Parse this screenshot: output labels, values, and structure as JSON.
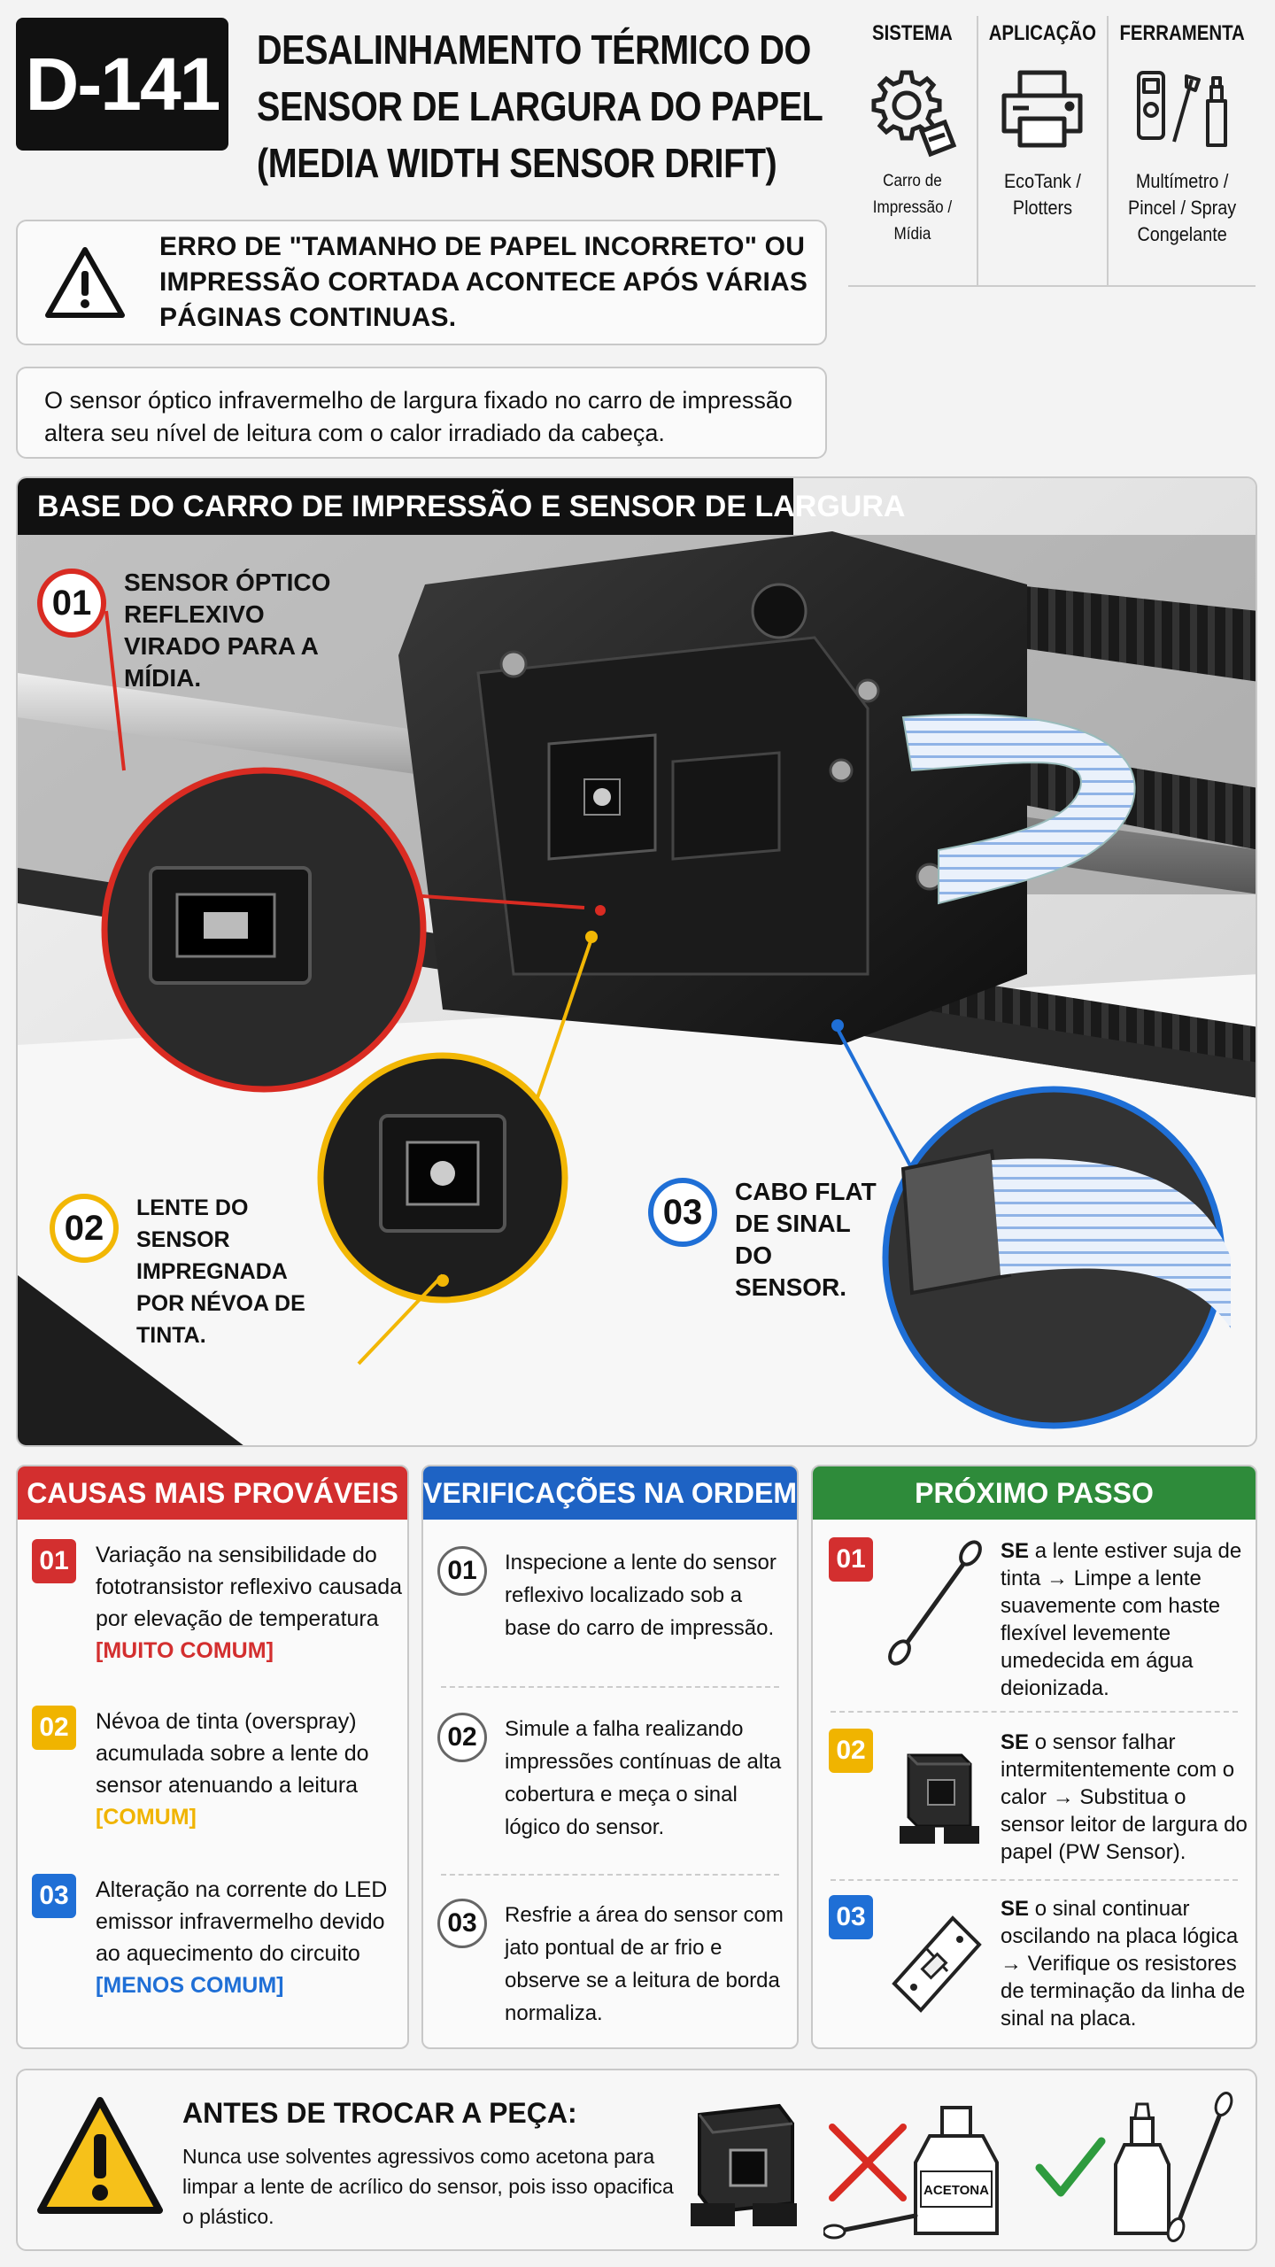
{
  "header": {
    "code": "D-141",
    "title_lines": [
      "DESALINHAMENTO TÉRMICO DO",
      "SENSOR DE LARGURA DO PAPEL",
      "(MEDIA WIDTH SENSOR DRIFT)"
    ]
  },
  "meta": {
    "system": {
      "heading": "SISTEMA",
      "value": "Carro de Impressão / Mídia",
      "icon": "gear-paper-icon"
    },
    "application": {
      "heading": "APLICAÇÃO",
      "value": "EcoTank / Plotters",
      "icon": "printer-icon"
    },
    "tool": {
      "heading": "FERRAMENTA",
      "value": "Multímetro / Pincel / Spray Congelante",
      "icon": "multimeter-brush-spray-icon"
    }
  },
  "warning": {
    "text": "ERRO DE \"TAMANHO DE PAPEL INCORRETO\" OU IMPRESSÃO CORTADA ACONTECE APÓS VÁRIAS PÁGINAS CONTINUAS."
  },
  "description": "O sensor óptico infravermelho de largura fixado no carro de impressão altera seu nível de leitura com o calor irradiado da cabeça.",
  "illustration": {
    "title": "BASE DO CARRO DE IMPRESSÃO E SENSOR DE LARGURA",
    "callouts": [
      {
        "num": "01",
        "text": "SENSOR ÓPTICO REFLEXIVO VIRADO PARA A MÍDIA.",
        "color": "#d92b22"
      },
      {
        "num": "02",
        "text": "LENTE DO SENSOR IMPREGNADA POR NÉVOA DE TINTA.",
        "color": "#f2b705"
      },
      {
        "num": "03",
        "text": "CABO FLAT DE SINAL DO SENSOR.",
        "color": "#1f6fd6"
      }
    ]
  },
  "causes": {
    "heading": "CAUSAS MAIS PROVÁVEIS",
    "color": "#d32f2f",
    "items": [
      {
        "num": "01",
        "text": "Variação na sensibilidade do fototransistor reflexivo causada por elevação de temperatura",
        "tag": "[MUITO COMUM]",
        "color": "#d32f2f"
      },
      {
        "num": "02",
        "text": "Névoa de tinta (overspray) acumulada sobre a lente do sensor atenuando a leitura",
        "tag": "[COMUM]",
        "color": "#f0b400"
      },
      {
        "num": "03",
        "text": "Alteração na corrente do LED emissor infravermelho devido ao aquecimento do circuito",
        "tag": "[MENOS COMUM]",
        "color": "#1f6fd6"
      }
    ]
  },
  "checks": {
    "heading": "VERIFICAÇÕES NA ORDEM",
    "color": "#1e63c4",
    "items": [
      {
        "num": "01",
        "text": "Inspecione a lente do sensor reflexivo localizado sob a base do carro de impressão."
      },
      {
        "num": "02",
        "text": "Simule a falha realizando impressões contínuas de alta cobertura e meça o sinal lógico do sensor."
      },
      {
        "num": "03",
        "text": "Resfrie a área do sensor com jato pontual de ar frio e observe se a leitura de borda normaliza."
      }
    ]
  },
  "next": {
    "heading": "PRÓXIMO PASSO",
    "color": "#2e8b3a",
    "items": [
      {
        "num": "01",
        "lead": "SE",
        "text": "a lente estiver suja de tinta → Limpe a lente suavemente com haste flexível levemente umedecida em água deionizada.",
        "color": "#d32f2f",
        "icon": "cotton-swab-icon"
      },
      {
        "num": "02",
        "lead": "SE",
        "text": "o sensor falhar intermitentemente com o calor → Substitua o sensor leitor de largura do papel (PW Sensor).",
        "color": "#f0b400",
        "icon": "sensor-module-icon"
      },
      {
        "num": "03",
        "lead": "SE",
        "text": "o sinal continuar oscilando na placa lógica → Verifique os resistores de terminação da linha de sinal na placa.",
        "color": "#1f6fd6",
        "icon": "circuit-board-icon"
      }
    ]
  },
  "bottom": {
    "title": "ANTES DE TROCAR A PEÇA:",
    "text": "Nunca use solventes agressivos como acetona para limpar a lente de acrílico do sensor, pois isso opacifica o plástico.",
    "bottle_label": "ACETONA"
  }
}
